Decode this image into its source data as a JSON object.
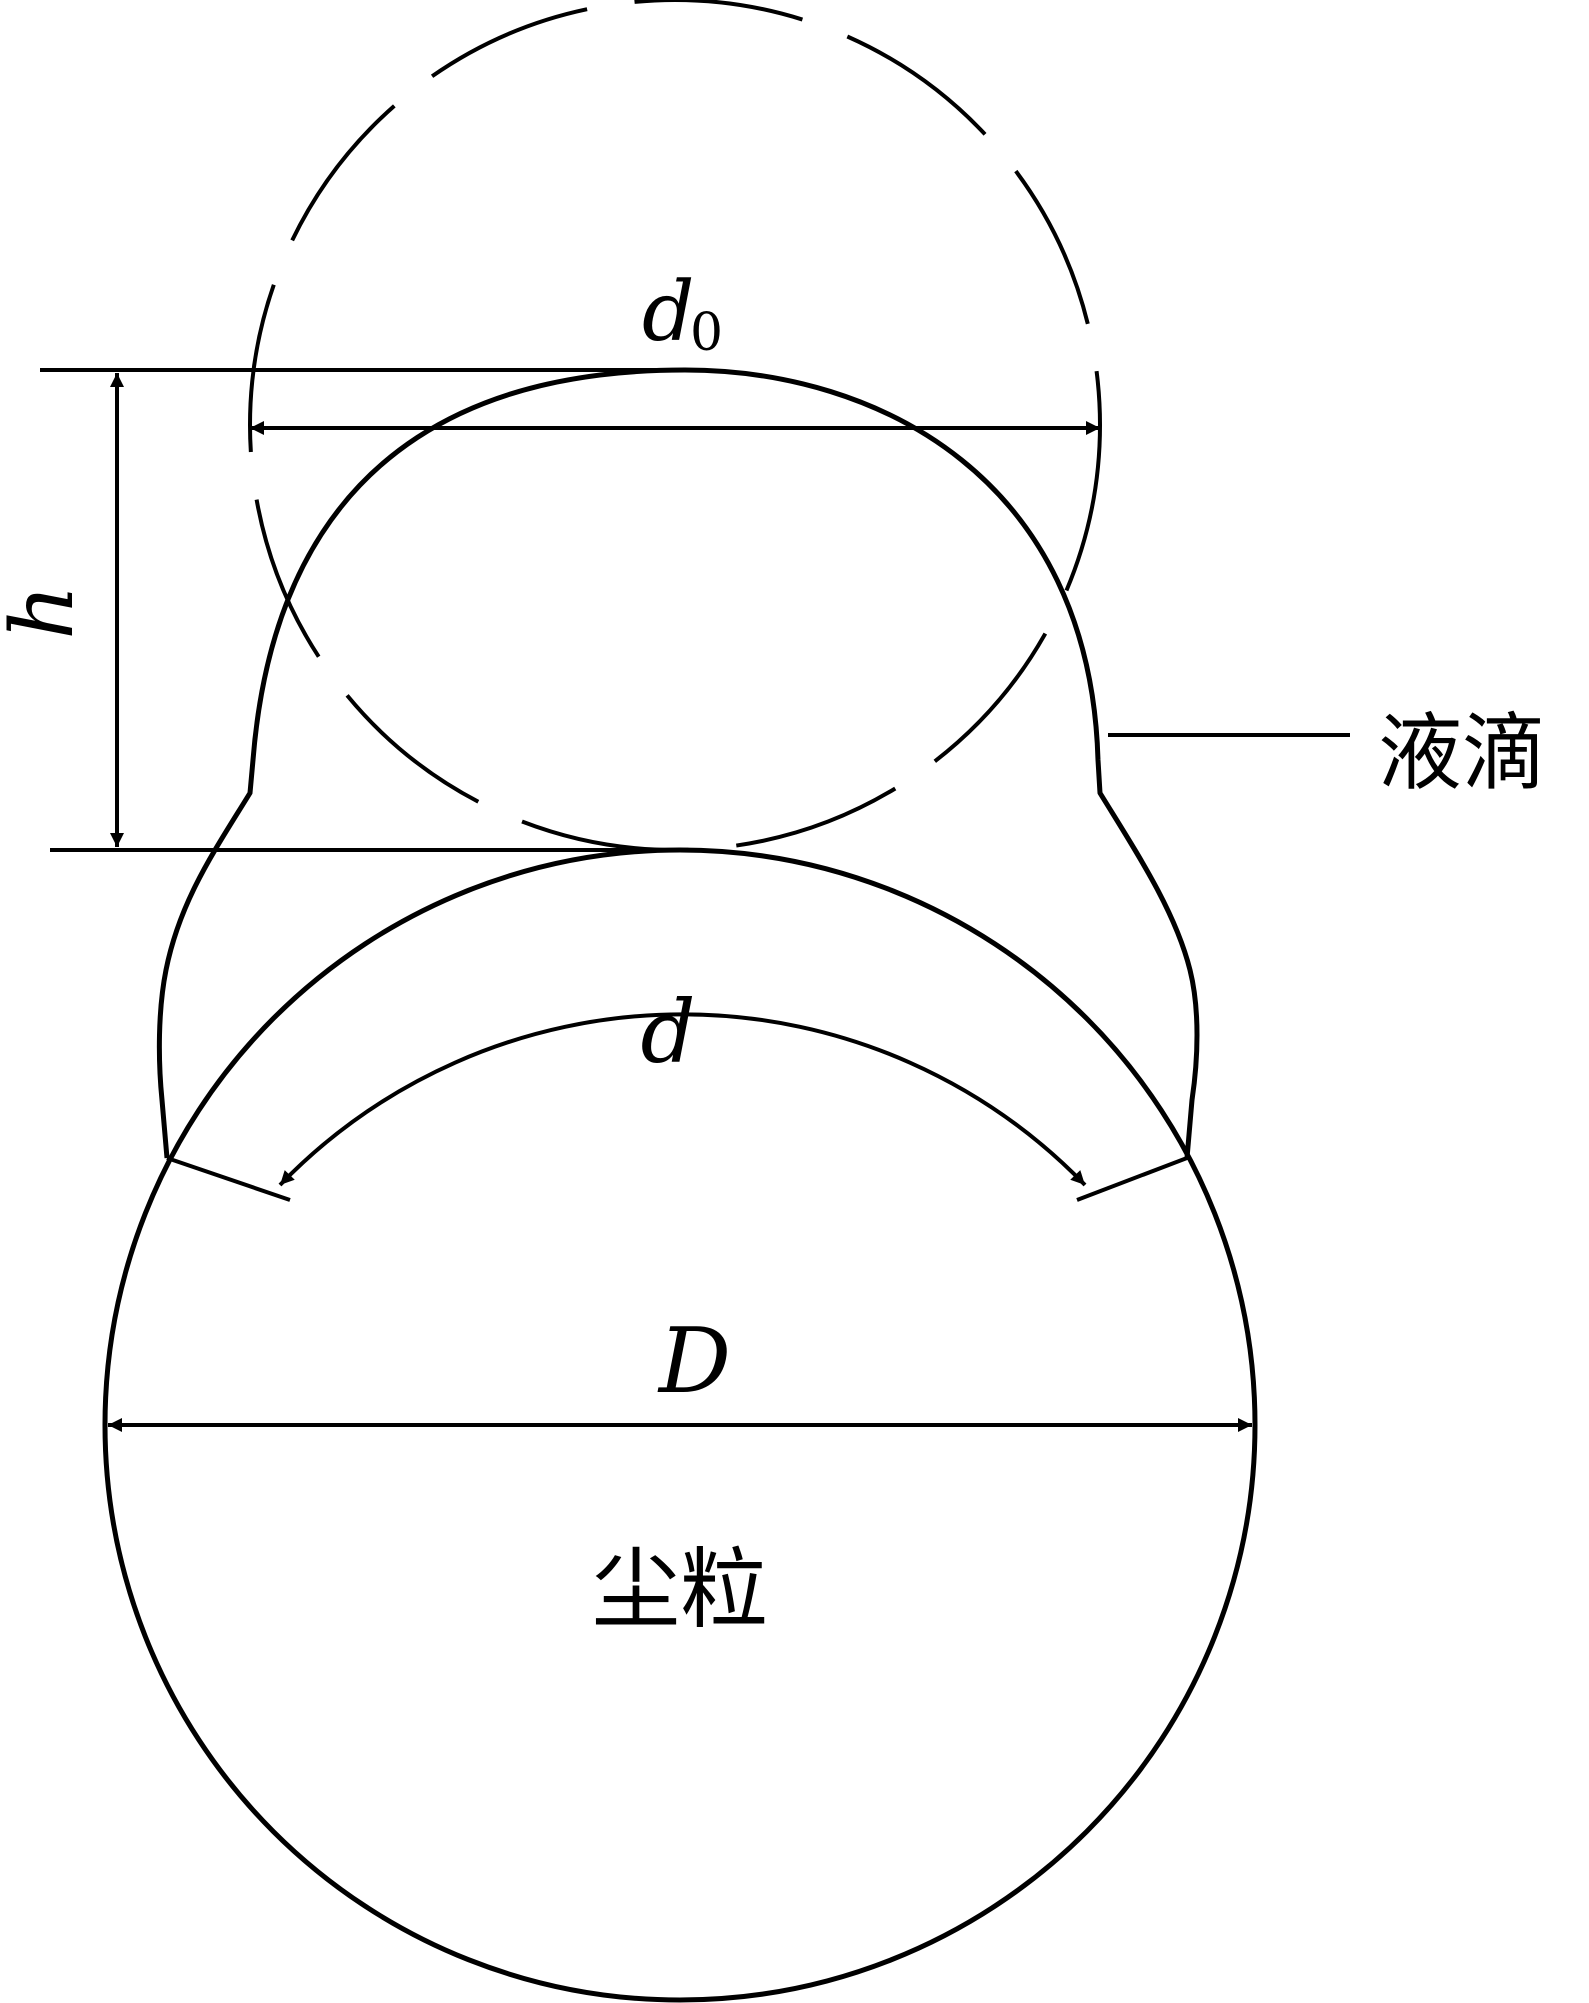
{
  "labels": {
    "d0_main": "d",
    "d0_sub": "0",
    "h": "h",
    "d": "d",
    "D": "D",
    "droplet": "液滴",
    "particle": "尘粒"
  },
  "colors": {
    "stroke": "#000000",
    "background": "#ffffff"
  }
}
